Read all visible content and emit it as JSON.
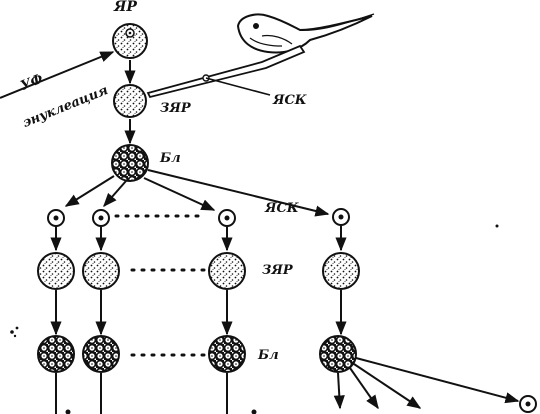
{
  "labels": {
    "egg": "ЯР",
    "uv_line1": "УФ",
    "uv_line2": "энуклеация",
    "enucleated_egg": "ЗЯР",
    "somatic_nucleus": "ЯСК",
    "blastula": "Бл",
    "somatic_nucleus_transfer": "ЯСК",
    "enucleated_egg_row": "ЗЯР",
    "blastula_row": "Бл"
  },
  "icons": {
    "tadpole": "tadpole-icon",
    "pipette": "micropipette-icon"
  },
  "colors": {
    "ink": "#111111",
    "background": "#ffffff"
  }
}
